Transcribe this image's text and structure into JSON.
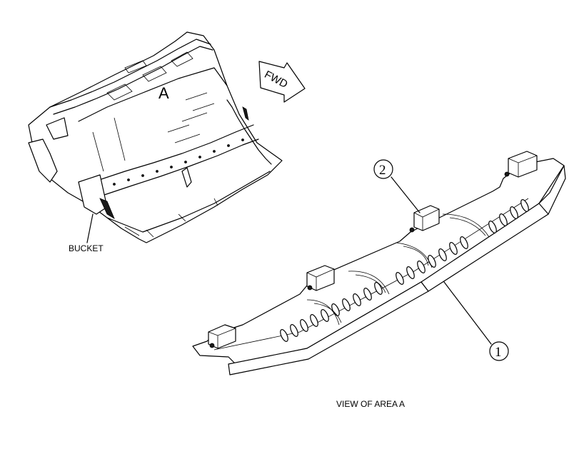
{
  "labels": {
    "bucket": "BUCKET",
    "area_marker": "A",
    "fwd": "FWD",
    "view_caption": "VIEW OF AREA A"
  },
  "callouts": [
    {
      "id": "1",
      "text": "1"
    },
    {
      "id": "2",
      "text": "2"
    }
  ],
  "colors": {
    "ink": "#000000",
    "paper": "#ffffff"
  }
}
